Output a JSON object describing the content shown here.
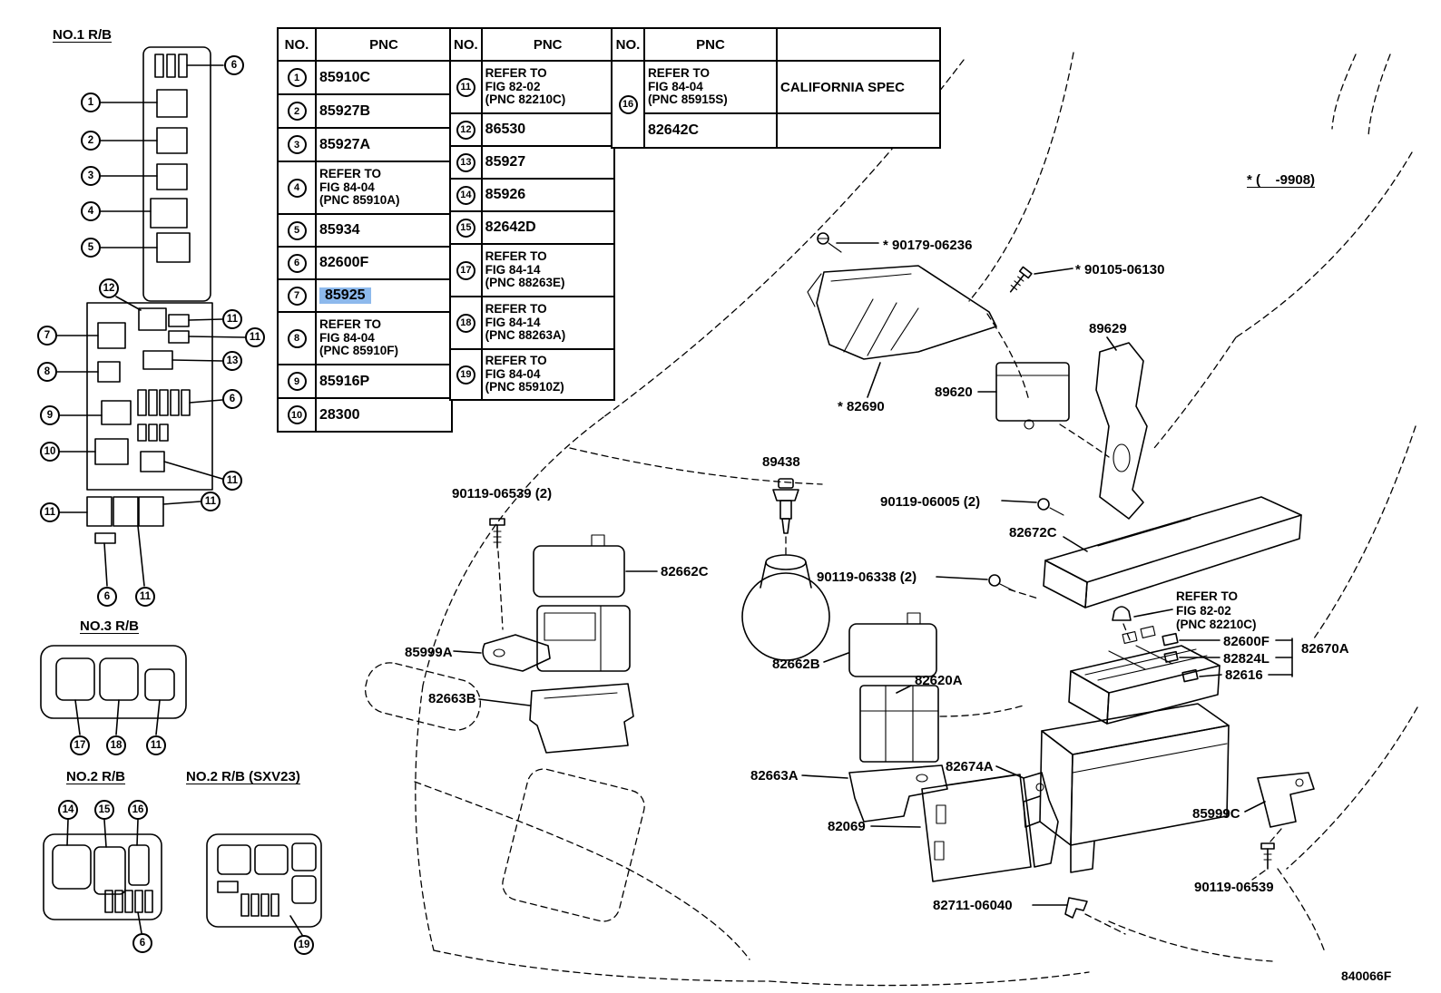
{
  "colors": {
    "highlight": "#8db9ec",
    "ink": "#000000"
  },
  "titles": {
    "no1": "NO.1 R/B",
    "no3": "NO.3 R/B",
    "no2": "NO.2 R/B",
    "no2_sxv23": "NO.2 R/B (SXV23)"
  },
  "note_top_right": "* (    -9908)",
  "fig_code": "840066F",
  "tables": {
    "t1": {
      "headers": {
        "no": "NO.",
        "pnc": "PNC"
      },
      "rows": [
        {
          "no": "1",
          "pnc": "85910C"
        },
        {
          "no": "2",
          "pnc": "85927B"
        },
        {
          "no": "3",
          "pnc": "85927A"
        },
        {
          "no": "4",
          "pnc": "REFER TO\nFIG 84-04\n(PNC 85910A)"
        },
        {
          "no": "5",
          "pnc": "85934"
        },
        {
          "no": "6",
          "pnc": "82600F"
        },
        {
          "no": "7",
          "pnc": "85925",
          "highlighted": true
        },
        {
          "no": "8",
          "pnc": "REFER TO\nFIG 84-04\n(PNC 85910F)"
        },
        {
          "no": "9",
          "pnc": "85916P"
        },
        {
          "no": "10",
          "pnc": "28300"
        }
      ]
    },
    "t2": {
      "headers": {
        "no": "NO.",
        "pnc": "PNC"
      },
      "rows": [
        {
          "no": "11",
          "pnc": "REFER TO\nFIG 82-02\n(PNC 82210C)"
        },
        {
          "no": "12",
          "pnc": "86530"
        },
        {
          "no": "13",
          "pnc": "85927"
        },
        {
          "no": "14",
          "pnc": "85926"
        },
        {
          "no": "15",
          "pnc": "82642D"
        },
        {
          "no": "17",
          "pnc": "REFER TO\nFIG 84-14\n(PNC 88263E)"
        },
        {
          "no": "18",
          "pnc": "REFER TO\nFIG 84-14\n(PNC 88263A)"
        },
        {
          "no": "19",
          "pnc": "REFER TO\nFIG 84-04\n(PNC 85910Z)"
        }
      ]
    },
    "t3": {
      "headers": {
        "no": "NO.",
        "pnc": "PNC",
        "spec": ""
      },
      "rows": [
        {
          "no": "16",
          "pnc": "REFER TO\nFIG 84-04\n(PNC 85915S)",
          "spec": "CALIFORNIA SPEC"
        },
        {
          "pnc": "82642C",
          "spec": ""
        }
      ]
    }
  },
  "callouts": [
    "6",
    "1",
    "2",
    "3",
    "4",
    "5",
    "12",
    "11",
    "11",
    "13",
    "7",
    "8",
    "9",
    "10",
    "6",
    "11",
    "11",
    "11",
    "6",
    "11",
    "17",
    "18",
    "11",
    "14",
    "15",
    "16",
    "6",
    "19"
  ],
  "diagram": {
    "labels": [
      "* 90179-06236",
      "* 90105-06130",
      "89629",
      "89620",
      "* 82690",
      "89438",
      "90119-06539 (2)",
      "90119-06005 (2)",
      "82672C",
      "82662C",
      "90119-06338 (2)",
      "REFER TO\nFIG 82-02\n(PNC 82210C)",
      "85999A",
      "82600F",
      "82670A",
      "82824L",
      "82616",
      "82662B",
      "82620A",
      "82663B",
      "82663A",
      "82674A",
      "82069",
      "85999C",
      "82711-06040",
      "90119-06539"
    ]
  }
}
